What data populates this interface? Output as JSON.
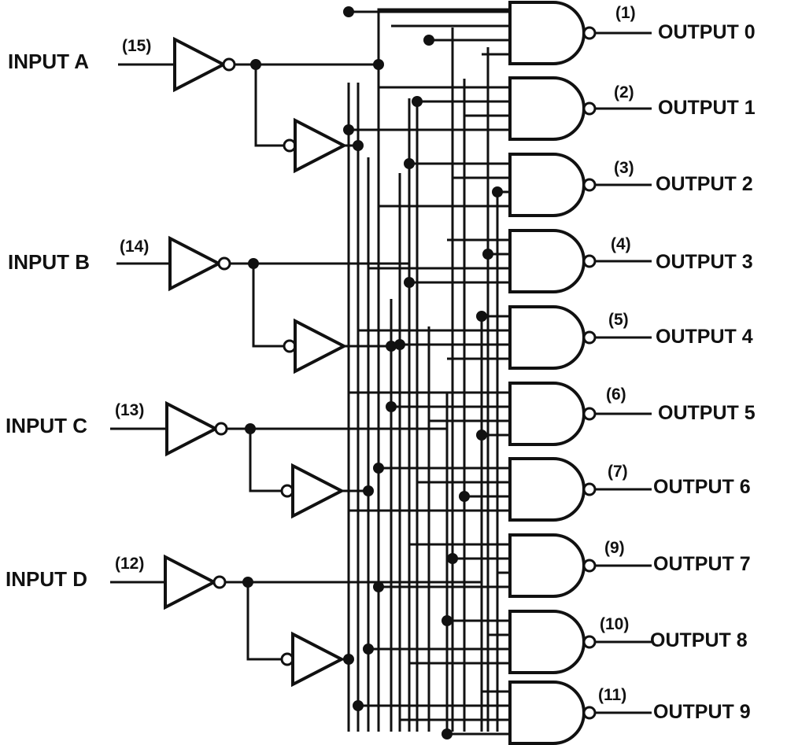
{
  "diagram": {
    "type": "BCD-to-decimal decoder logic diagram",
    "inputs": [
      {
        "label": "INPUT A",
        "pin": "(15)",
        "bit": "A"
      },
      {
        "label": "INPUT B",
        "pin": "(14)",
        "bit": "B"
      },
      {
        "label": "INPUT C",
        "pin": "(13)",
        "bit": "C"
      },
      {
        "label": "INPUT D",
        "pin": "(12)",
        "bit": "D"
      }
    ],
    "outputs": [
      {
        "label": "OUTPUT 0",
        "pin": "(1)",
        "value": 0
      },
      {
        "label": "OUTPUT 1",
        "pin": "(2)",
        "value": 1
      },
      {
        "label": "OUTPUT 2",
        "pin": "(3)",
        "value": 2
      },
      {
        "label": "OUTPUT 3",
        "pin": "(4)",
        "value": 3
      },
      {
        "label": "OUTPUT 4",
        "pin": "(5)",
        "value": 4
      },
      {
        "label": "OUTPUT 5",
        "pin": "(6)",
        "value": 5
      },
      {
        "label": "OUTPUT 6",
        "pin": "(7)",
        "value": 6
      },
      {
        "label": "OUTPUT 7",
        "pin": "(9)",
        "value": 7
      },
      {
        "label": "OUTPUT 8",
        "pin": "(10)",
        "value": 8
      },
      {
        "label": "OUTPUT 9",
        "pin": "(11)",
        "value": 9
      }
    ],
    "gate_type": "4-input NAND",
    "buffer_type": "inverter"
  }
}
